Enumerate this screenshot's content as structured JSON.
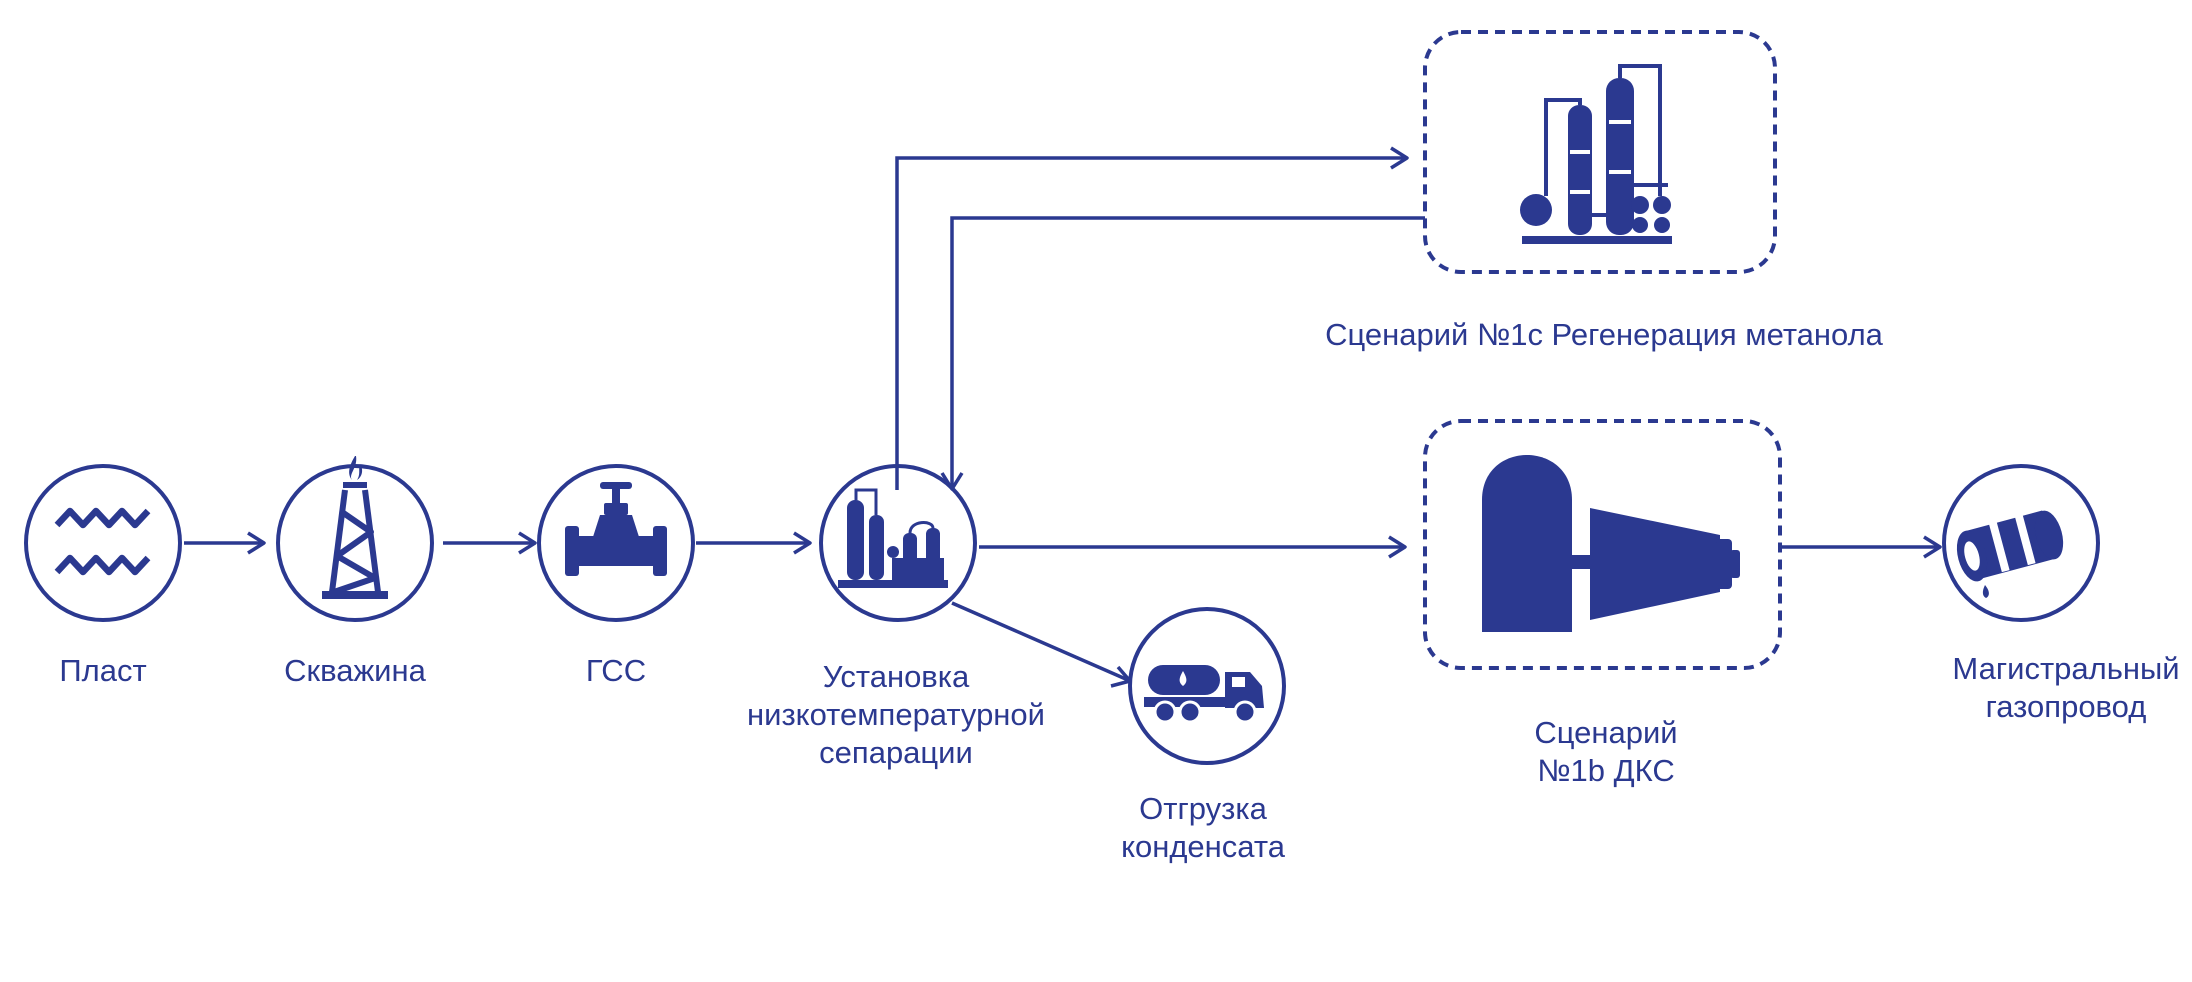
{
  "colors": {
    "primary": "#2b3990",
    "background": "#ffffff"
  },
  "nodes": {
    "plast": {
      "label": "Пласт",
      "icon": "waves-icon"
    },
    "well": {
      "label": "Скважина",
      "icon": "derrick-icon"
    },
    "gss": {
      "label": "ГСС",
      "icon": "valve-icon"
    },
    "lts": {
      "label_lines": [
        "Установка",
        "низкотемпературной",
        "сепарации"
      ],
      "icon": "plant-icon"
    },
    "condensate": {
      "label_lines": [
        "Отгрузка",
        "конденсата"
      ],
      "icon": "tanker-truck-icon"
    },
    "methanol": {
      "label": "Сценарий №1с Регенерация метанола",
      "icon": "distillation-columns-icon"
    },
    "dks": {
      "label_lines": [
        "Сценарий",
        "№1b ДКС"
      ],
      "icon": "compressor-icon"
    },
    "pipeline": {
      "label_lines": [
        "Магистральный",
        "газопровод"
      ],
      "icon": "pipe-icon"
    }
  }
}
